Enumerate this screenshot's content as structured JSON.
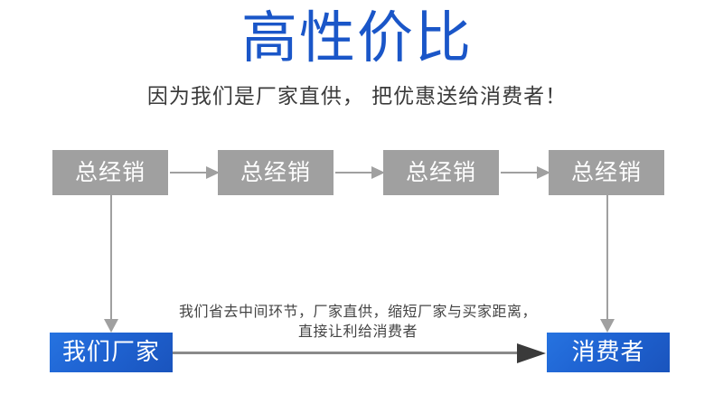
{
  "page": {
    "background_color": "#ffffff",
    "title": "高性价比",
    "title_color": "#1a56c8",
    "subtitle": "因为我们是厂家直供， 把优惠送给消费者！",
    "subtitle_color": "#3b3b3b"
  },
  "chain": {
    "box_color": "#a0a0a0",
    "box_text_color": "#ffffff",
    "arrow_color": "#a0a0a0",
    "boxes": [
      {
        "label": "总经销"
      },
      {
        "label": "总经销"
      },
      {
        "label": "总经销"
      },
      {
        "label": "总经销"
      }
    ]
  },
  "note": {
    "text": "我们省去中间环节，厂家直供，缩短厂家与买家距离，直接让利给消费者",
    "color": "#444444"
  },
  "endpoints": {
    "box_color": "#1f63d2",
    "box_text_color": "#ffffff",
    "factory_label": "我们厂家",
    "consumer_label": "消费者",
    "main_arrow_color": "#3a3a3a"
  }
}
